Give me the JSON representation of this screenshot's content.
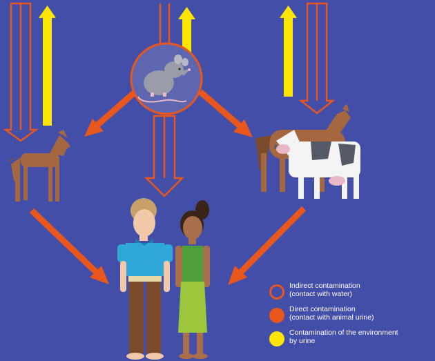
{
  "legend": {
    "indirect": {
      "line1": "Indirect contamination",
      "line2": "(contact with water)",
      "color": "#E9571D"
    },
    "direct": {
      "line1": "Direct contamination",
      "line2": "(contact with animal urine)",
      "color": "#E9571D"
    },
    "environment": {
      "line1": "Contamination of the environment",
      "line2": "by urine",
      "color": "#FFE600"
    }
  },
  "colors": {
    "background": "#434EA8",
    "orange": "#E9571D",
    "yellow": "#FFE600"
  },
  "icons": [
    "rat-icon",
    "dog-icon",
    "horse-icon",
    "cow-icon",
    "man-icon",
    "woman-icon"
  ]
}
